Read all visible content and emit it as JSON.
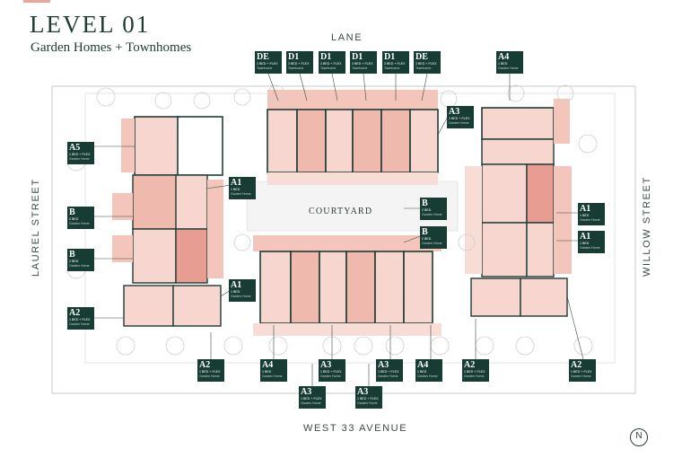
{
  "header": {
    "title": "LEVEL 01",
    "subtitle": "Garden Homes + Townhomes"
  },
  "streets": {
    "north": "LANE",
    "south": "WEST 33 AVENUE",
    "west": "LAUREL STREET",
    "east": "WILLOW STREET"
  },
  "courtyard_label": "COURTYARD",
  "compass_label": "N",
  "colors": {
    "tag_bg": "#173c33",
    "unit_light": "#f6d6cf",
    "unit_mid": "#efb9ad",
    "unit_dark": "#e79d91",
    "wall": "#1f3b34"
  },
  "unit_tags": [
    {
      "code": "DE",
      "type": "3 BED + FLEX",
      "category": "Townhome"
    },
    {
      "code": "D1",
      "type": "3 BED + FLEX",
      "category": "Townhome"
    },
    {
      "code": "D1",
      "type": "3 BED + FLEX",
      "category": "Townhome"
    },
    {
      "code": "D1",
      "type": "3 BED + FLEX",
      "category": "Townhome"
    },
    {
      "code": "D1",
      "type": "3 BED + FLEX",
      "category": "Townhome"
    },
    {
      "code": "DE",
      "type": "3 BED + FLEX",
      "category": "Townhome"
    },
    {
      "code": "A4",
      "type": "1 BED",
      "category": "Garden Home"
    },
    {
      "code": "A3",
      "type": "1 BED + FLEX",
      "category": "Garden Home"
    },
    {
      "code": "A5",
      "type": "1 BED + FLEX",
      "category": "Garden Home"
    },
    {
      "code": "A1",
      "type": "1 BED",
      "category": "Garden Home"
    },
    {
      "code": "B",
      "type": "2 BED",
      "category": "Garden Home"
    },
    {
      "code": "B",
      "type": "2 BED",
      "category": "Garden Home"
    },
    {
      "code": "B",
      "type": "2 BED",
      "category": "Garden Home"
    },
    {
      "code": "B",
      "type": "2 BED",
      "category": "Garden Home"
    },
    {
      "code": "A1",
      "type": "1 BED",
      "category": "Garden Home"
    },
    {
      "code": "A1",
      "type": "1 BED",
      "category": "Garden Home"
    },
    {
      "code": "A1",
      "type": "1 BED",
      "category": "Garden Home"
    },
    {
      "code": "A2",
      "type": "1 BED + FLEX",
      "category": "Garden Home"
    },
    {
      "code": "A2",
      "type": "1 BED + FLEX",
      "category": "Garden Home"
    },
    {
      "code": "A4",
      "type": "1 BED",
      "category": "Garden Home"
    },
    {
      "code": "A3",
      "type": "1 BED + FLEX",
      "category": "Garden Home"
    },
    {
      "code": "A3",
      "type": "1 BED + FLEX",
      "category": "Garden Home"
    },
    {
      "code": "A4",
      "type": "1 BED",
      "category": "Garden Home"
    },
    {
      "code": "A2",
      "type": "1 BED + FLEX",
      "category": "Garden Home"
    },
    {
      "code": "A2",
      "type": "1 BED + FLEX",
      "category": "Garden Home"
    },
    {
      "code": "A3",
      "type": "1 BED + FLEX",
      "category": "Garden Home"
    },
    {
      "code": "A3",
      "type": "1 BED + FLEX",
      "category": "Garden Home"
    }
  ]
}
